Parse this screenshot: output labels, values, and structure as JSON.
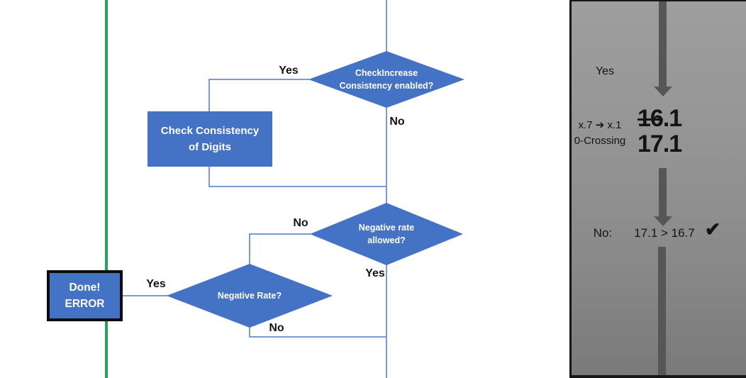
{
  "colors": {
    "shape_blue": "#4472C4",
    "connector_blue": "#7C9AD1",
    "green_line": "#1FA45A",
    "arrow_gray": "#565656",
    "panel_gray_top": "#9e9e9e",
    "panel_gray_bottom": "#7a7a7a",
    "text_black": "#141414",
    "shape_text_white": "#ffffff"
  },
  "flowchart": {
    "top_decision": "CheckIncrease Consistency enabled?",
    "top_decision_yes": "Yes",
    "top_decision_no": "No",
    "process_box": "Check Consistency of Digits",
    "mid_decision": "Negative rate allowed?",
    "mid_decision_no": "No",
    "mid_decision_yes": "Yes",
    "bottom_decision": "Negative Rate?",
    "bottom_decision_yes": "Yes",
    "bottom_decision_no": "No",
    "terminal_box": {
      "line1": "Done!",
      "line2": "ERROR"
    }
  },
  "side_panel": {
    "yes_label": "Yes",
    "case_line1": "x.7 ➔ x.1",
    "case_line2": "0-Crossing",
    "old_value_struck": "16",
    "old_value_rest": ".1",
    "new_value": "17.1",
    "result_label": "No:",
    "result_comparison": "17.1 > 16.7",
    "checkmark_icon": "✔"
  }
}
